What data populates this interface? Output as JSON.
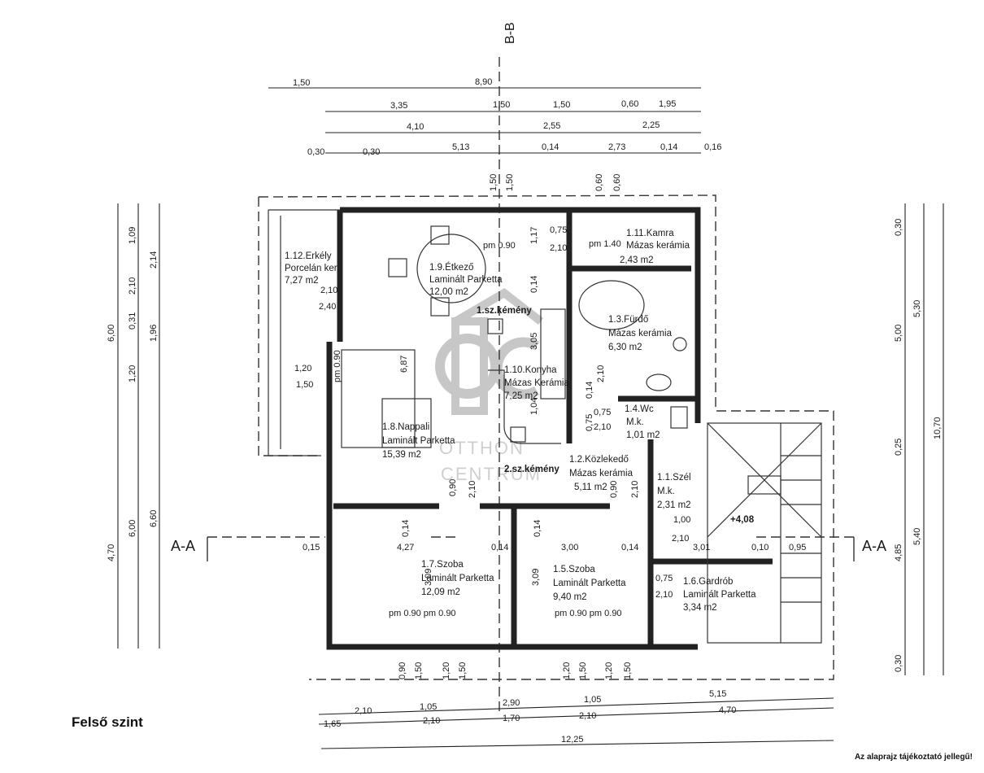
{
  "floor_label": "Felső szint",
  "disclaimer": "Az alaprajz tájékoztató jellegű!",
  "watermark": {
    "mark": "OC",
    "text1": "OTTHON",
    "text2": "CENTRUM",
    "color": "#b0b0b0"
  },
  "section_labels": {
    "aa_left": "A-A",
    "aa_right": "A-A",
    "bb_top": "B-B"
  },
  "rooms": [
    {
      "id": "erkely",
      "lines": [
        "1.12.Erkély",
        "Porcelán ker.",
        "7,27 m2"
      ]
    },
    {
      "id": "etkezo",
      "lines": [
        "1.9.Étkező",
        "Laminált Parketta",
        "12,00 m2"
      ]
    },
    {
      "id": "kamra",
      "lines": [
        "1.11.Kamra",
        "Mázas kerámia",
        "2,43 m2"
      ]
    },
    {
      "id": "furdo",
      "lines": [
        "1.3.Fürdő",
        "Mázas kerámia",
        "6,30 m2"
      ]
    },
    {
      "id": "konyha",
      "lines": [
        "1.10.Konyha",
        "Mázas Kerámia",
        "7,25 m2"
      ]
    },
    {
      "id": "nappali",
      "lines": [
        "1.8.Nappali",
        "Laminált Parketta",
        "15,39 m2"
      ]
    },
    {
      "id": "wc",
      "lines": [
        "1.4.Wc",
        "M.k.",
        "1,01 m2"
      ]
    },
    {
      "id": "kozlekedo",
      "lines": [
        "1.2.Közlekedő",
        "Mázas kerámia",
        "5,11 m2"
      ]
    },
    {
      "id": "szel",
      "lines": [
        "1.1.Szél",
        "M.k.",
        "2,31 m2"
      ]
    },
    {
      "id": "szoba17",
      "lines": [
        "1.7.Szoba",
        "Laminált Parketta",
        "12,09 m2"
      ]
    },
    {
      "id": "szoba15",
      "lines": [
        "1.5.Szoba",
        "Laminált Parketta",
        "9,40 m2"
      ]
    },
    {
      "id": "gardrob",
      "lines": [
        "1.6.Gardrób",
        "Laminált Parketta",
        "3,34 m2"
      ]
    }
  ],
  "annotations": {
    "kemeny1": "1.sz.kémény",
    "kemeny2": "2.sz.kémény",
    "level": "+4,08",
    "pm_a": "pm 0.90",
    "pm_b": "pm 1.40",
    "pm_c": "pm 0.90 pm 0.90",
    "pm_d": "pm 0.90 pm 0.90",
    "pm_e": "pm 0.90"
  },
  "dims_top": {
    "r1": [
      "1,50",
      "8,90"
    ],
    "r2": [
      "3,35",
      "1,50",
      "1,50",
      "0,60",
      "1,95"
    ],
    "r3": [
      "4,10",
      "2,55",
      "2,25"
    ],
    "r4": [
      "0,30",
      "0,30",
      "5,13",
      "0,14",
      "2,73",
      "0,14",
      "0,16"
    ],
    "vert": [
      "1,50",
      "1,50",
      "0,60",
      "0,60"
    ]
  },
  "dims_left": {
    "outer": [
      "6,00",
      "4,70"
    ],
    "mid": [
      "1,20",
      "6,00"
    ],
    "inner": [
      "1,09",
      "2,10",
      "0,31",
      "1,96",
      "2,14",
      "6,60"
    ]
  },
  "dims_right": {
    "a": [
      "0,30",
      "5,00",
      "0,25",
      "4,85",
      "0,30"
    ],
    "b": [
      "5,30",
      "5,40"
    ],
    "c": [
      "10,70"
    ]
  },
  "dims_bottom": {
    "v": [
      "0,90",
      "1,50",
      "1,20",
      "1,50",
      "1,20",
      "1,50",
      "1,20",
      "1,50"
    ],
    "r1": [
      "2,10",
      "1,05",
      "2,90",
      "1,05",
      "5,15"
    ],
    "r2": [
      "1,65",
      "2,10",
      "1,70",
      "2,10",
      "4,70"
    ],
    "r3": [
      "12,25"
    ]
  },
  "dims_inner": {
    "a": [
      "0,75",
      "2,10",
      "1,17",
      "0,14",
      "3,05",
      "2,10",
      "0,14",
      "0,75",
      "2,10",
      "1,04",
      "0,75"
    ],
    "b": [
      "2,10",
      "2,40",
      "1,20",
      "1,50",
      "0,90",
      "6,87"
    ],
    "c": [
      "0,90",
      "2,10",
      "2,10",
      "1,00",
      "2,10",
      "3,01",
      "0,10",
      "0,95"
    ],
    "d": [
      "0,15",
      "4,27",
      "0,14",
      "3,00",
      "0,14",
      "0,14",
      "0,14",
      "3,09",
      "3,09",
      "0,75",
      "2,10"
    ]
  }
}
